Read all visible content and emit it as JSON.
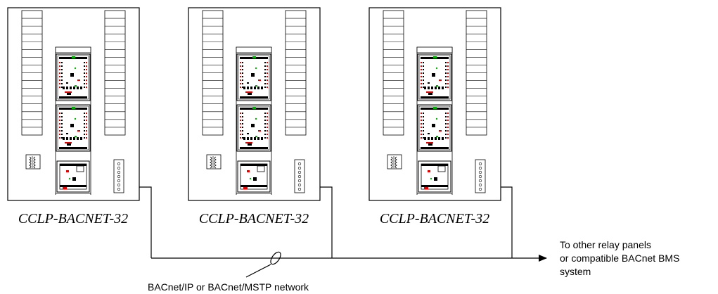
{
  "panels": [
    {
      "model": "CCLP-BACNET-32"
    },
    {
      "model": "CCLP-BACNET-32"
    },
    {
      "model": "CCLP-BACNET-32"
    }
  ],
  "network": {
    "label": "BACnet/IP or BACnet/MSTP network"
  },
  "destination": {
    "lines": [
      "To other relay panels",
      "or compatible BACnet BMS",
      "system"
    ]
  },
  "colors": {
    "line": "#000000",
    "indicator_red": "#e00000",
    "indicator_green": "#00b000",
    "background": "#ffffff"
  }
}
